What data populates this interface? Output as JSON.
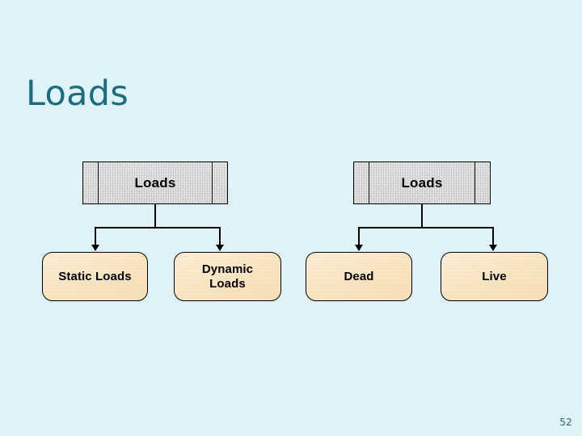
{
  "slide": {
    "title": "Loads",
    "page_number": "52",
    "background_color": "#def2f7",
    "title_color": "#1a6d80"
  },
  "diagram": {
    "type": "tree",
    "node_fill_parent": "#e9e9e9",
    "node_fill_child": "#fbe8c6",
    "connector_color": "#000000",
    "trees": [
      {
        "id": "load-type-classification",
        "root": {
          "label": "Loads"
        },
        "children": [
          {
            "label": "Static Loads"
          },
          {
            "label": "Dynamic\nLoads",
            "line1": "Dynamic",
            "line2": "Loads"
          }
        ]
      },
      {
        "id": "load-duration-classification",
        "root": {
          "label": "Loads"
        },
        "children": [
          {
            "label": "Dead"
          },
          {
            "label": "Live"
          }
        ]
      }
    ]
  }
}
